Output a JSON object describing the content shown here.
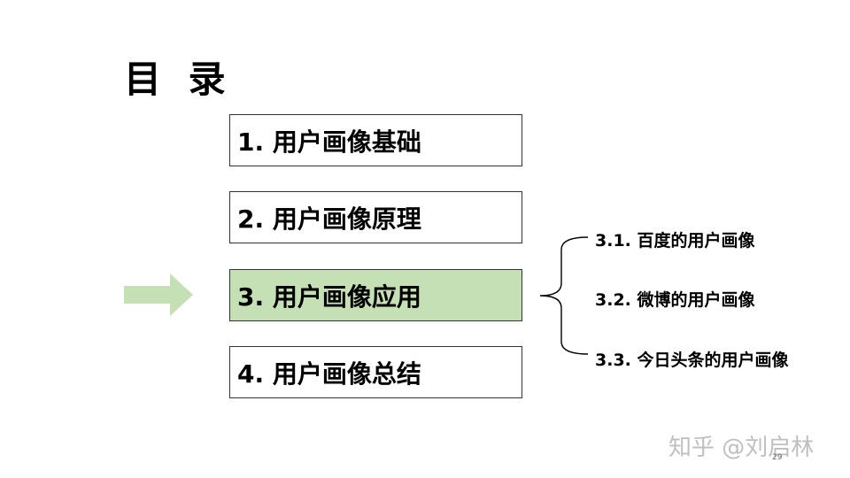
{
  "slide": {
    "title": "目 录",
    "items": [
      {
        "label": "1. 用户画像基础",
        "active": false
      },
      {
        "label": "2. 用户画像原理",
        "active": false
      },
      {
        "label": "3. 用户画像应用",
        "active": true
      },
      {
        "label": "4. 用户画像总结",
        "active": false
      }
    ],
    "subitems": [
      {
        "label": "3.1. 百度的用户画像"
      },
      {
        "label": "3.2. 微博的用户画像"
      },
      {
        "label": "3.3. 今日头条的用户画像"
      }
    ],
    "page_number": "29",
    "watermark": "知乎 @刘启林"
  },
  "colors": {
    "active_fill": "#c5e0b4",
    "arrow_fill": "#c5e0b4",
    "border": "#333333"
  },
  "icons": {
    "pointer": "right-arrow-icon",
    "grouping": "curly-brace-icon"
  }
}
